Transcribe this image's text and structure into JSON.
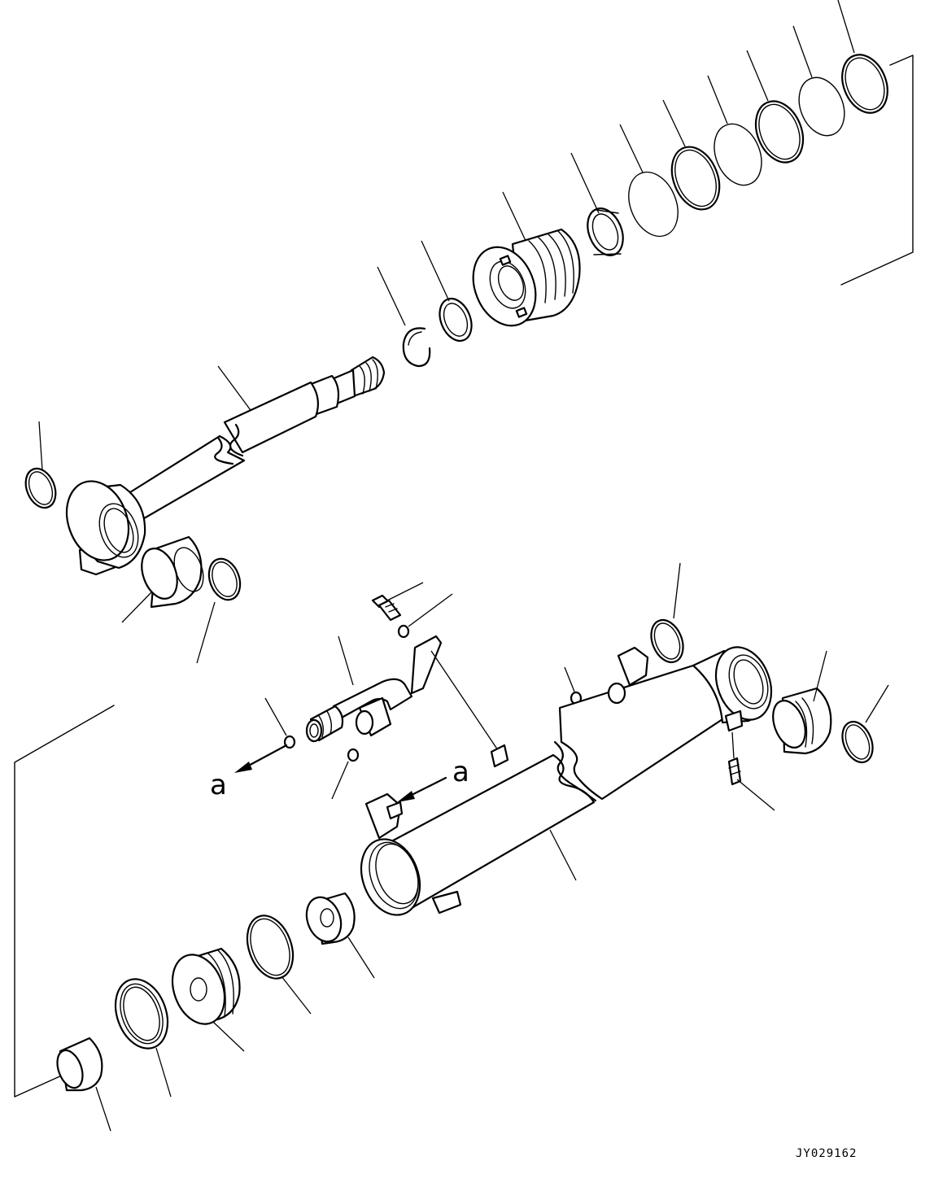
{
  "diagram": {
    "drawing_code": "JY029162",
    "view_label_left": "a",
    "view_label_right": "a",
    "line_color": "#000000",
    "background_color": "#ffffff"
  }
}
